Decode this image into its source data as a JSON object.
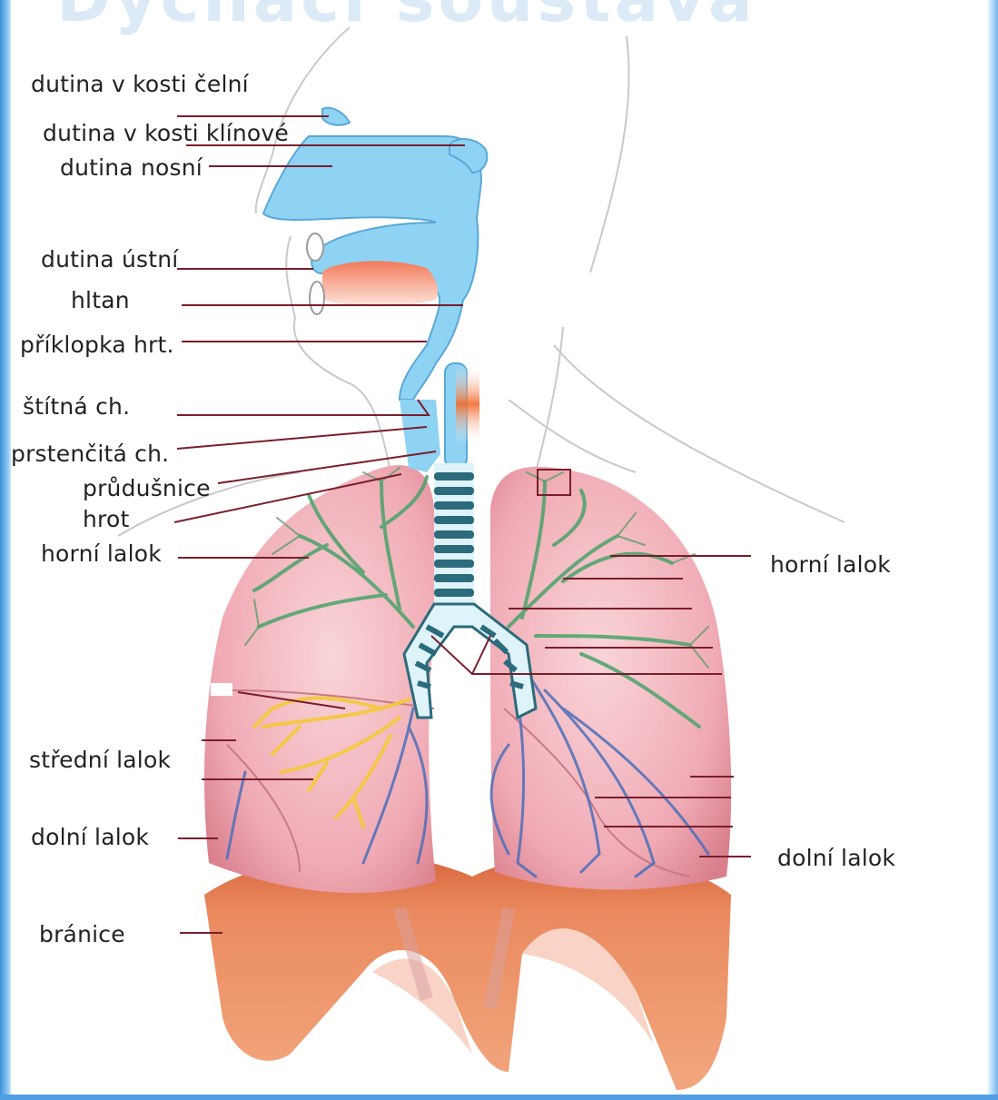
{
  "title": "Dýchací soustava",
  "labels": {
    "frontal_sinus": "dutina v kosti čelní",
    "sphenoid_sinus": "dutina v kosti klínové",
    "nasal_cavity": "dutina nosní",
    "oral_cavity": "dutina ústní",
    "pharynx": "hltan",
    "epiglottis": "příklopka hrt.",
    "thyroid_cartilage": "štítná ch.",
    "cricoid_cartilage": "prstenčitá ch.",
    "trachea": "průdušnice",
    "apex": "hrot",
    "right_upper_lobe": "horní lalok",
    "middle_lobe": "střední lalok",
    "right_lower_lobe": "dolní lalok",
    "diaphragm": "bránice",
    "left_upper_lobe": "horní lalok",
    "left_lower_lobe": "dolní lalok"
  },
  "colors": {
    "airway": "#8fd3f4",
    "airway_outline": "#1e4f78",
    "lung": "#f2b5bd",
    "diaphragm": "#e8885e",
    "bronchi_upper": "#4aa36a",
    "bronchi_middle": "#f5c93a",
    "bronchi_lower": "#4c6fb8",
    "trachea_ring": "#2b6b7c",
    "leader_line": "#7a1e2c",
    "frame": "#4f9ee3"
  }
}
